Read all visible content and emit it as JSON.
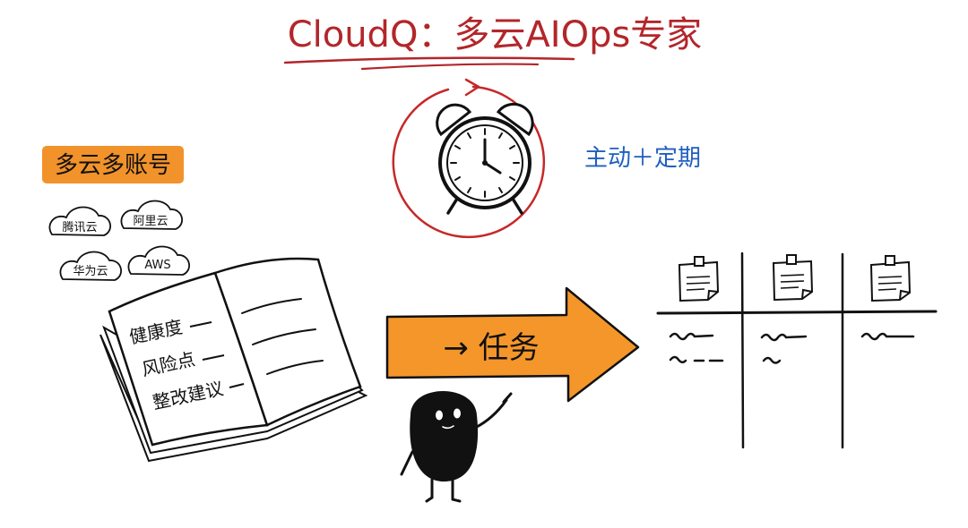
{
  "title": "CloudQ：多云AIOps专家",
  "schedule_label": "主动＋定期",
  "accounts": {
    "label": "多云多账号",
    "clouds": [
      "腾讯云",
      "阿里云",
      "华为云",
      "AWS"
    ]
  },
  "book": {
    "items": [
      "健康度",
      "风险点",
      "整改建议"
    ]
  },
  "arrow_label": "→ 任务",
  "colors": {
    "title_red": "#b3262a",
    "clock_ring": "#c62828",
    "schedule_blue": "#1f5fbf",
    "label_orange": "#f2922a",
    "arrow_orange": "#f5962a",
    "ink": "#111111"
  }
}
